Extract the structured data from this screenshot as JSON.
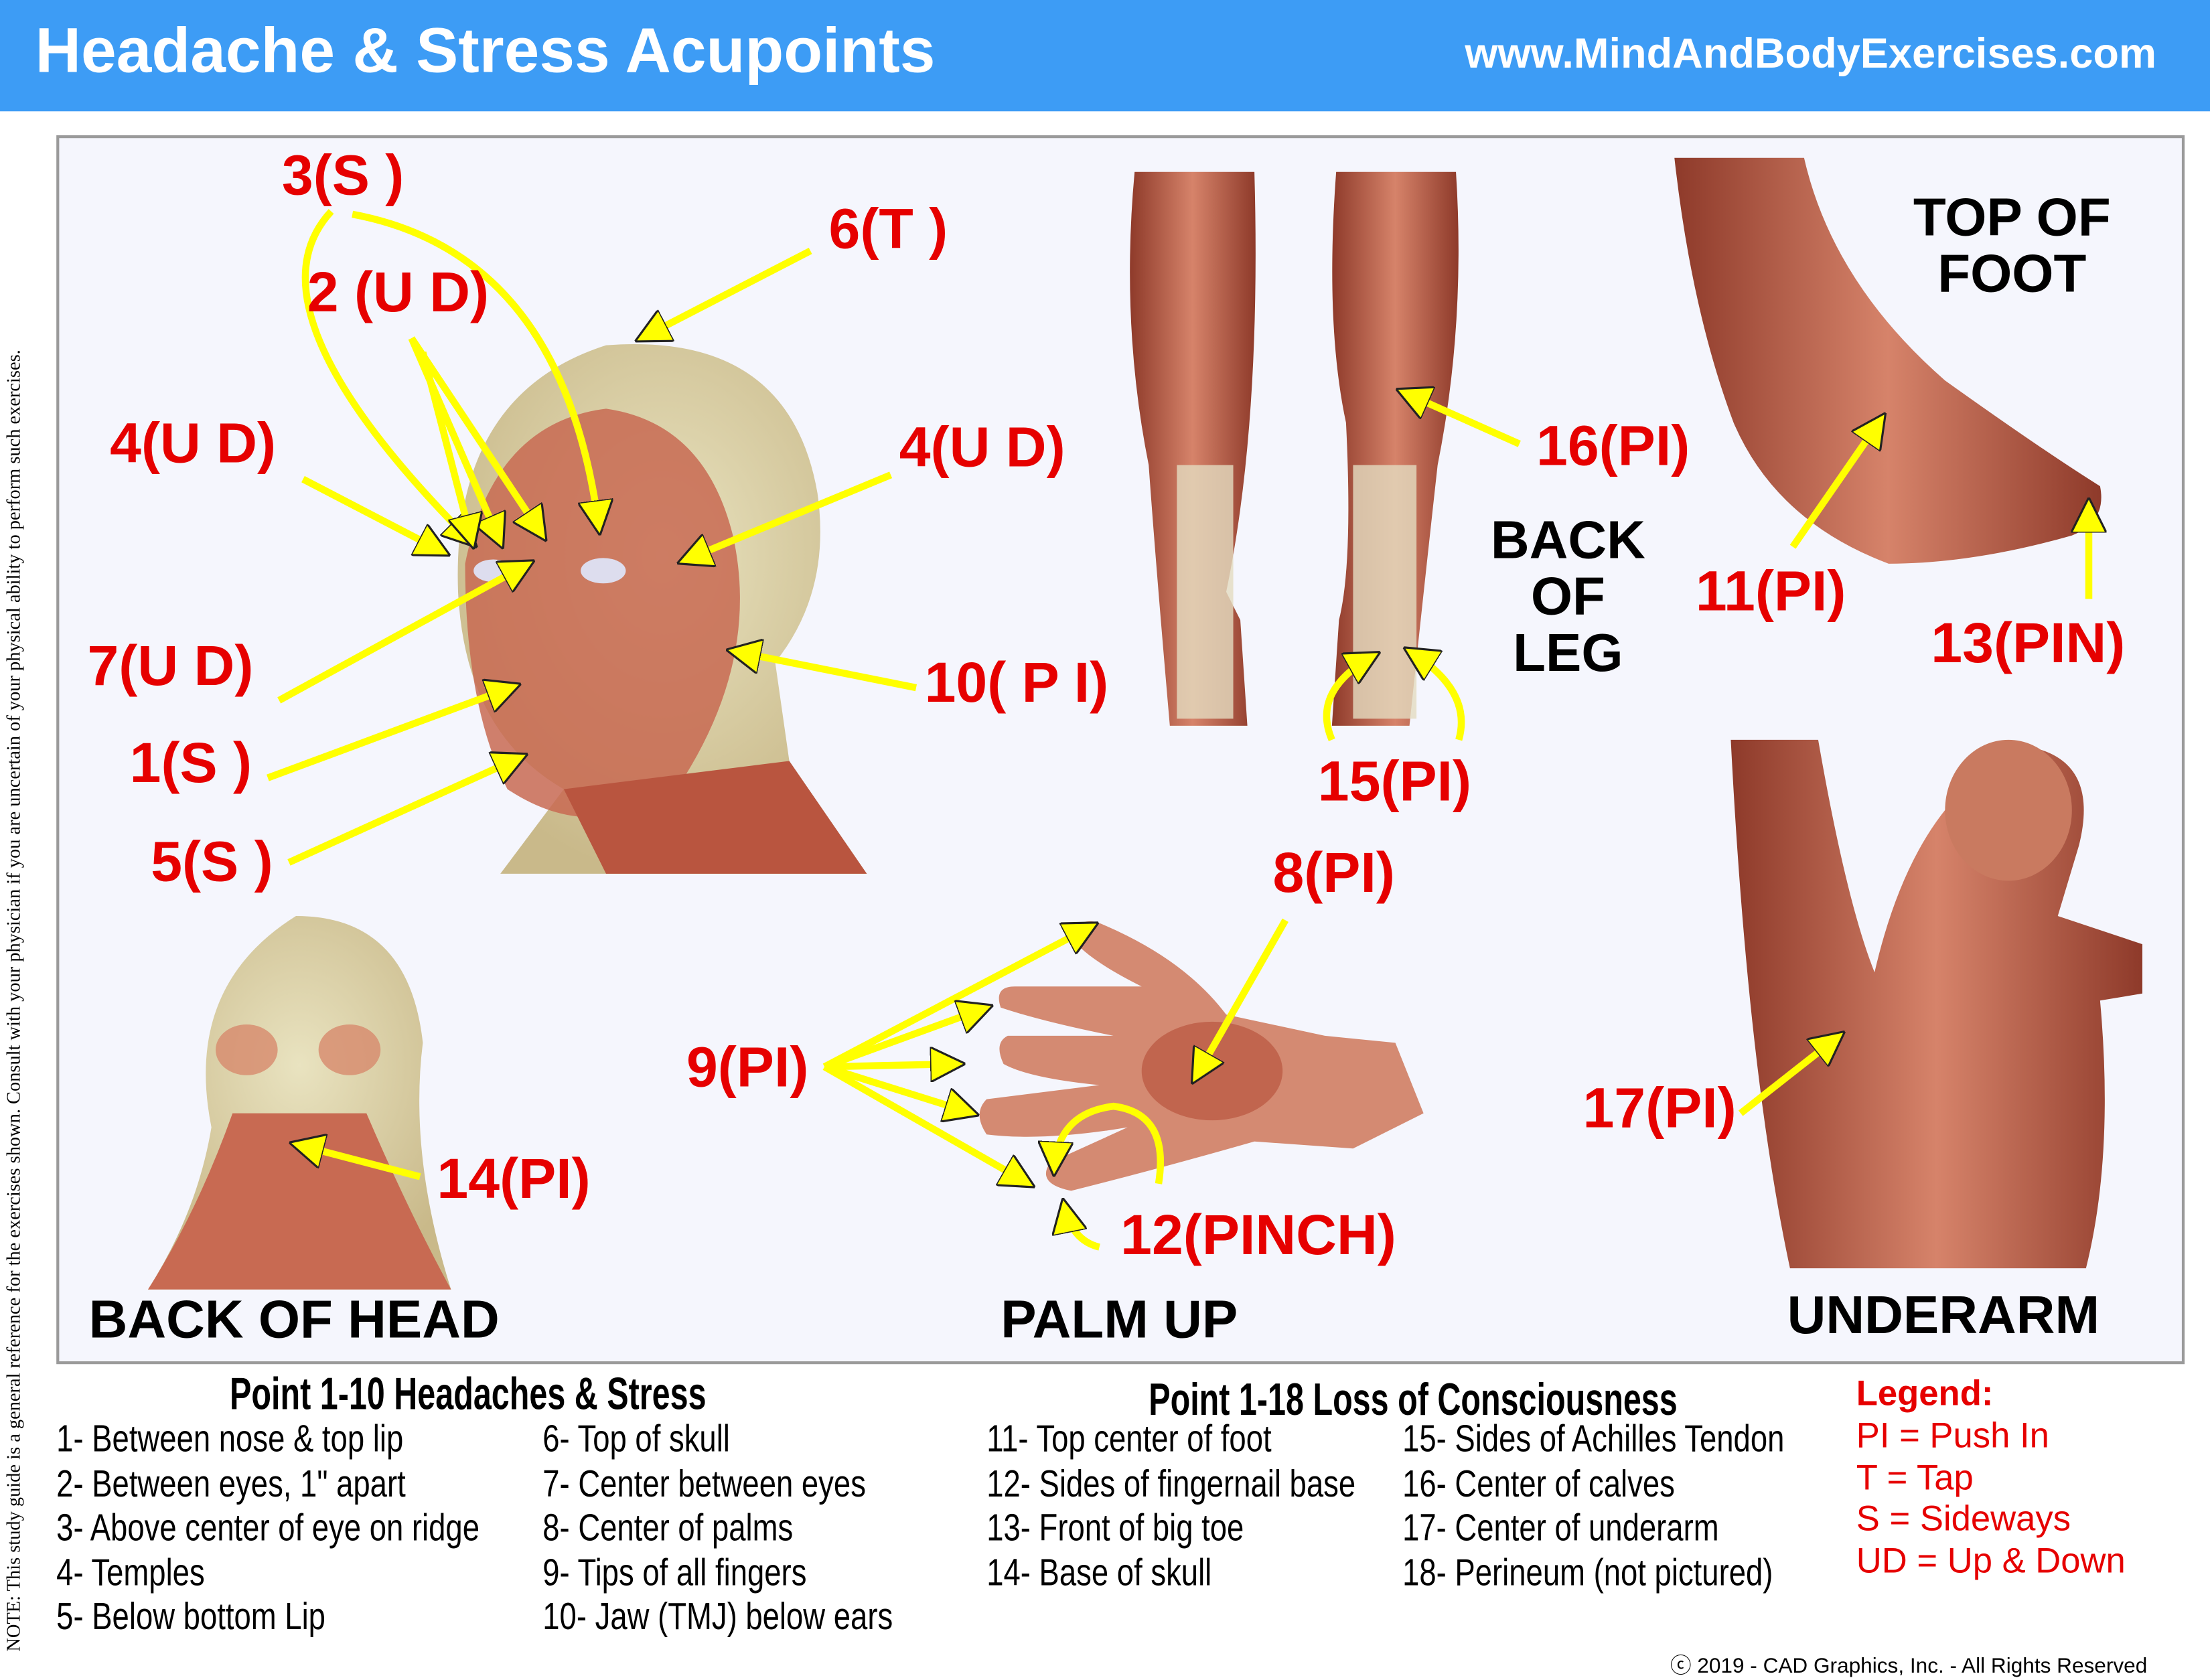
{
  "header": {
    "title": "Headache & Stress Acupoints",
    "url": "www.MindAndBodyExercises.com"
  },
  "side_note": "NOTE: This study guide is a general reference for the exercises shown.  Consult with your physician if you are uncertain of your physical ability to perform such exercises.",
  "labels": {
    "p3": "3(S )",
    "p6": "6(T )",
    "p2": "2 (U D)",
    "p4l": "4(U D)",
    "p4r": "4(U D)",
    "p7": "7(U D)",
    "p10": "10( P I)",
    "p1": "1(S )",
    "p5": "5(S )",
    "p16": "16(PI)",
    "p11": "11(PI)",
    "p13": "13(PIN)",
    "p15": "15(PI)",
    "p8": "8(PI)",
    "p9": "9(PI)",
    "p14": "14(PI)",
    "p12": "12(PINCH)",
    "p17": "17(PI)"
  },
  "sections": {
    "back_of_leg": "BACK OF LEG",
    "top_of_foot": "TOP OF FOOT",
    "back_of_head": "BACK OF HEAD",
    "palm_up": "PALM UP",
    "underarm": "UNDERARM"
  },
  "lists": {
    "headaches_title": "Point 1-10 Headaches & Stress",
    "consciousness_title": "Point 1-18 Loss of Consciousness",
    "col1": [
      "1- Between nose & top lip",
      "2- Between eyes, 1\" apart",
      "3- Above center of eye on ridge",
      "4- Temples",
      "5- Below bottom Lip"
    ],
    "col2": [
      "6- Top of skull",
      "7- Center between eyes",
      "8- Center of palms",
      "9- Tips of all fingers",
      "10- Jaw (TMJ) below ears"
    ],
    "col3": [
      "11- Top center of foot",
      "12- Sides of fingernail base",
      "13- Front of big toe",
      "14- Base of skull"
    ],
    "col4": [
      "15- Sides of Achilles Tendon",
      "16- Center of calves",
      "17- Center of underarm",
      "18- Perineum (not pictured)"
    ]
  },
  "legend": {
    "title": "Legend:",
    "items": [
      "PI = Push In",
      "T = Tap",
      "S = Sideways",
      "UD = Up & Down"
    ]
  },
  "copyright": "ⓒ 2019 - CAD Graphics, Inc. - All Rights Reserved",
  "colors": {
    "header": "#3d9cf5",
    "label": "#e60000",
    "arrow": "#ffff00"
  }
}
